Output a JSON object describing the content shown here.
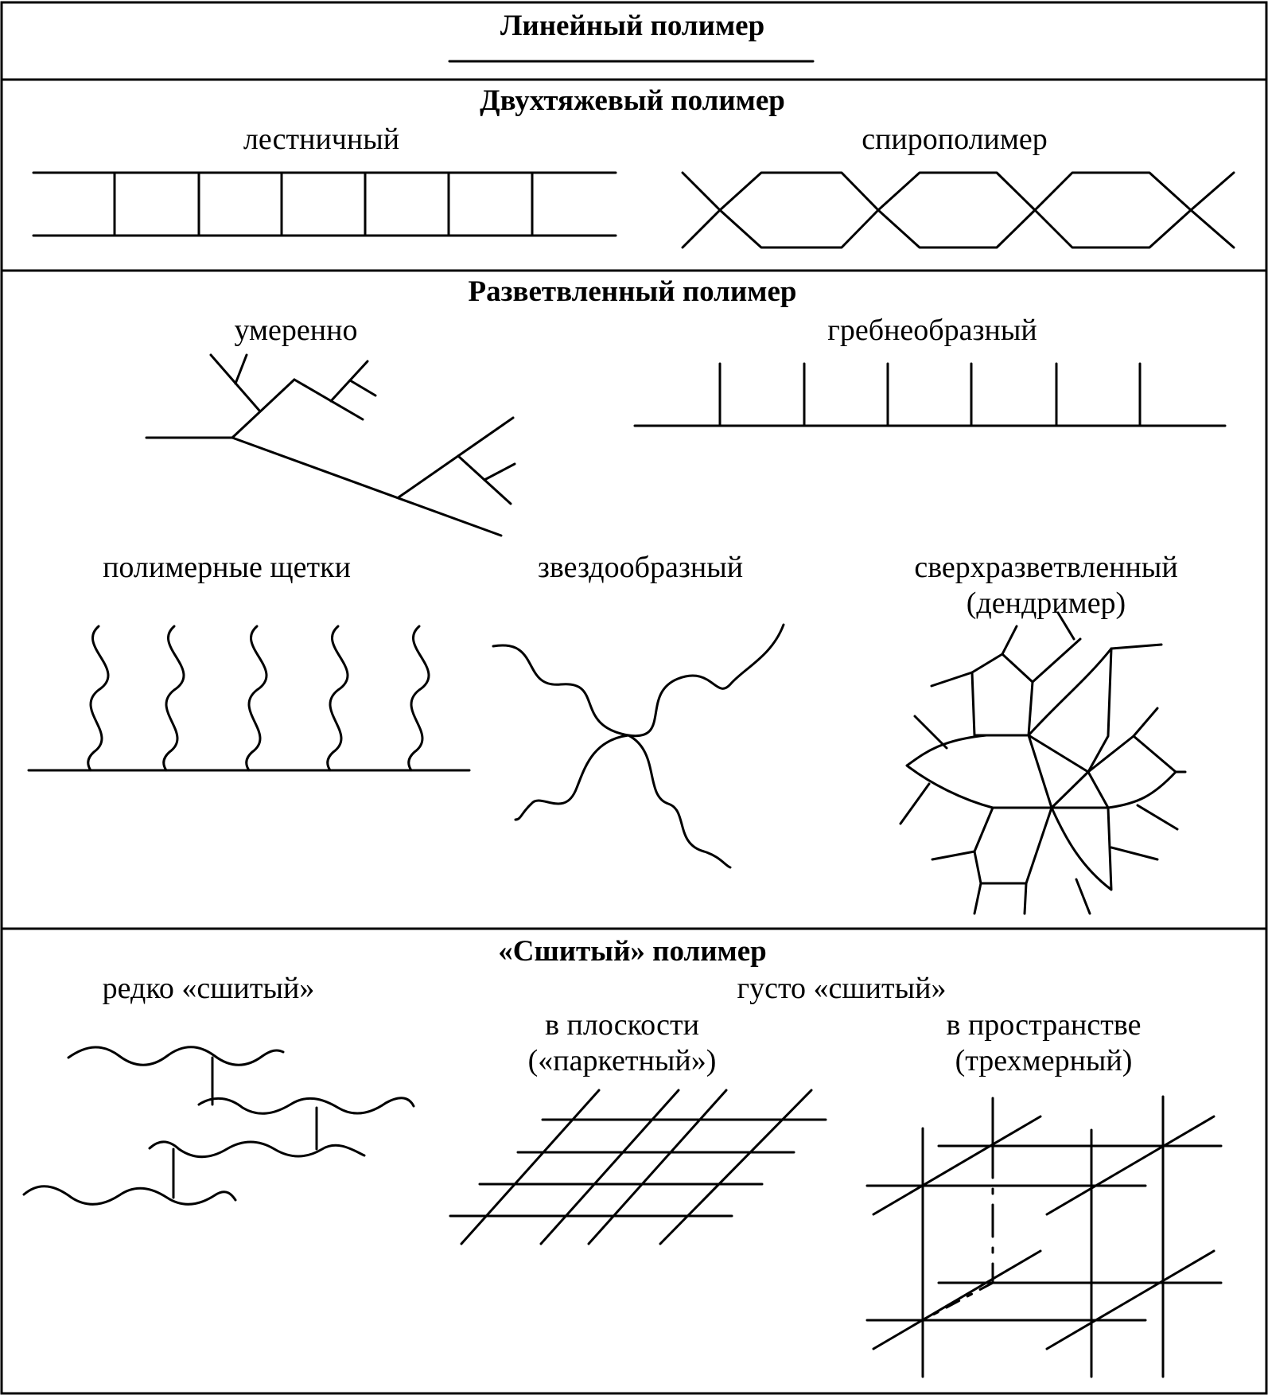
{
  "sections": {
    "linear": {
      "title": "Линейный полимер"
    },
    "double_strand": {
      "title": "Двухтяжевый полимер",
      "ladder_label": "лестничный",
      "spiro_label": "спирополимер"
    },
    "branched": {
      "title": "Разветвленный полимер",
      "moderate_label": "умеренно",
      "comb_label": "гребнеобразный",
      "brush_label": "полимерные щетки",
      "star_label": "звездообразный",
      "hyper_label_line1": "сверхразветвленный",
      "hyper_label_line2": "(дендример)"
    },
    "crosslinked": {
      "title": "«Сшитый» полимер",
      "sparse_label": "редко «сшитый»",
      "dense_label": "густо «сшитый»",
      "planar_label_line1": "в плоскости",
      "planar_label_line2": "(«паркетный»)",
      "spatial_label_line1": "в пространстве",
      "spatial_label_line2": "(трехмерный)"
    }
  }
}
